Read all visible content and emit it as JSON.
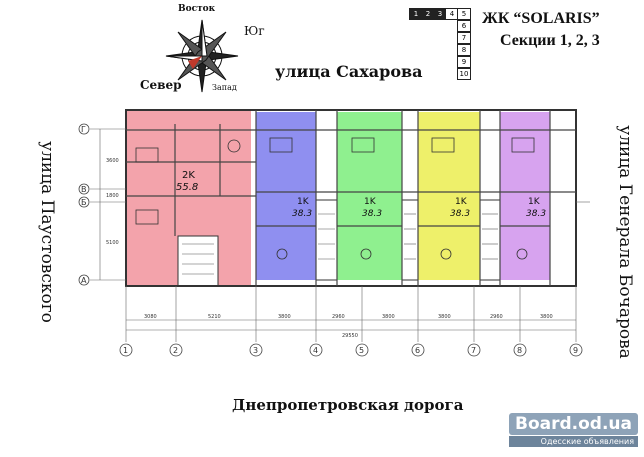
{
  "title": {
    "line1": "ЖК “SOLARIS”",
    "line2": "Секции 1, 2, 3"
  },
  "floors": {
    "top_row": [
      "1",
      "2",
      "3",
      "4",
      "5"
    ],
    "active": [
      "1",
      "2",
      "3"
    ],
    "column": [
      "6",
      "7",
      "8",
      "9",
      "10"
    ]
  },
  "compass": {
    "east": "Восток",
    "south": "Юг",
    "north": "Север",
    "west": "Запад"
  },
  "streets": {
    "top": "улица Сахарова",
    "left": "улица Паустовского",
    "right": "улица Генерала Бочарова",
    "bottom": "Днепропетровская дорога"
  },
  "axes": {
    "rows": [
      "Г",
      "В",
      "Б",
      "А"
    ],
    "cols": [
      "1",
      "2",
      "3",
      "4",
      "5",
      "6",
      "7",
      "8",
      "9"
    ]
  },
  "dims": {
    "cols": [
      "3080",
      "5210",
      "3800",
      "2960",
      "3800",
      "3800",
      "2960",
      "3800"
    ],
    "rows": [
      "3600",
      "1800",
      "5100"
    ],
    "total": "29550"
  },
  "apartments": [
    {
      "type": "2K",
      "area": "55.8"
    },
    {
      "type": "1K",
      "area": "38.3"
    },
    {
      "type": "1K",
      "area": "38.3"
    },
    {
      "type": "1K",
      "area": "38.3"
    },
    {
      "type": "1K",
      "area": "38.3"
    }
  ],
  "colors": {
    "red": "#f3a3ab",
    "blue": "#8f8ff0",
    "green": "#8ff08f",
    "yellow": "#eef06a",
    "purple": "#d7a3ef"
  },
  "watermark": {
    "site": "Board.od.ua",
    "sub": "Одесские объявления"
  }
}
